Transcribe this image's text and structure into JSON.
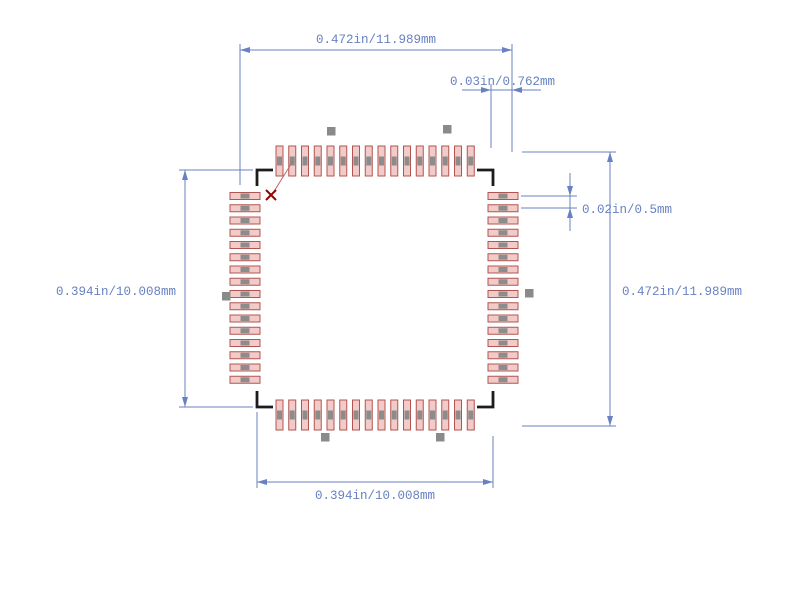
{
  "diagram": {
    "description": "IC package land pattern footprint drawing with dimension annotations",
    "pads_per_side": 16,
    "dimensions": {
      "top_span": "0.472in/11.989mm",
      "pad_to_edge": "0.03in/0.762mm",
      "pad_pitch": "0.02in/0.5mm",
      "right_span": "0.472in/11.989mm",
      "left_body": "0.394in/10.008mm",
      "bottom_body": "0.394in/10.008mm"
    },
    "colors": {
      "dim_blue": "#6781c1",
      "pad_fill": "#f2cac8",
      "pad_border": "#b05552",
      "pad_center": "#8c8c8c",
      "mark_gray": "#8a8a8a",
      "outline": "#1c1c1c",
      "pin1": "#990000",
      "leader": "#c06868",
      "background": "#ffffff"
    }
  }
}
